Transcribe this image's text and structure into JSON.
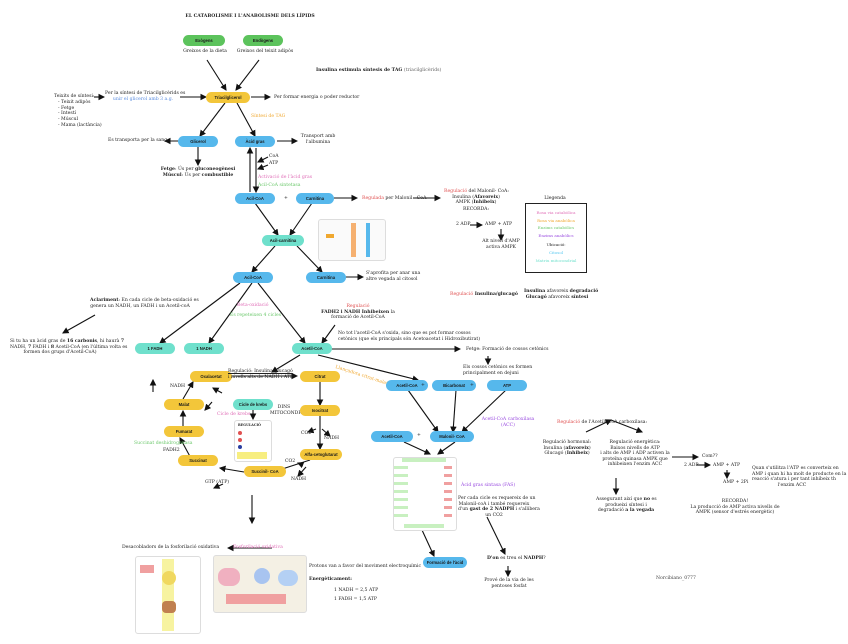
{
  "title": "EL CATABOLISME I L'ANABOLISME DELS LÍPIDS",
  "nodes": {
    "exogens": "Exògens",
    "endogens": "Endògens",
    "triacilglicerol": "Triacilglicerol",
    "glicerol": "Glicerol",
    "acid_gras": "Àcid gras",
    "acil_coa_1": "Acil-CoA",
    "carnitina_1": "Carnitina",
    "acil_carnitina": "Acil-carnitina",
    "acil_coa_2": "Acil-CoA",
    "carnitina_2": "Carnitina",
    "fadh": "1 FADH",
    "nadh": "1 NADH",
    "acetil_coa": "Acetil-CoA",
    "oxalacetat": "Oxalacetat",
    "citrat": "Citrat",
    "malat": "Malat",
    "isocitrat": "Isocitrat",
    "fumarat": "Fumarat",
    "succinat": "Succinat",
    "succinil_coa": "Succinil- CoA",
    "alfa_ceto": "Alfa-cetoglutarat",
    "cicle_krebs": "Cicle de krebs",
    "acetil_coa_2": "Acetil-CoA",
    "bicarbonat": "Bicarbonat",
    "atp": "ATP",
    "acetil_coa_3": "Acetil-CoA",
    "malonil_coa": "Malonil- CoA",
    "formacio_acid": "Formació de l'àcid"
  },
  "text": {
    "greixos_dieta": "Greixos de la dieta",
    "greixos_teixit": "Greixos del teixit adipòs",
    "insulina_estimula": "Insulina estimula síntesis de TAG",
    "insulina_estimula_sub": "(triacilglicèrids)",
    "teixits_sintesi": "Teixits de síntesi:",
    "teixits_list": [
      "Teixit adipòs",
      "Fetge",
      "Intestí",
      "Múscul",
      "Mama (lactància)"
    ],
    "per_sintesi_1": "Per la síntesi de Triacilglicèrids es",
    "per_sintesi_2": "unir el glicerol amb 3 a.g.",
    "per_formar_energia": "Per formar energia o poder reductor",
    "sintesi_tag": "Síntesi de TAG",
    "es_transporta": "Es transporta per la sang",
    "transport_albumina_1": "Transport amb",
    "transport_albumina_2": "l'albumina",
    "coa": "CoA",
    "atp": "ATP",
    "activacio": "Activació de l'àcid gras",
    "acil_coa_sintetasa": "Acil-CoA sintetasa",
    "fetge_gluco_1": "Fetge",
    "fetge_gluco_2": ": Ús per ",
    "fetge_gluco_3": "gluconeogènesi",
    "muscul_1": "Múscul",
    "muscul_2": ": Ús per ",
    "muscul_3": "combustible",
    "regulada_malonil_1": "Regulada",
    "regulada_malonil_2": " per Malonil - CoA",
    "reg_malonil_1": "Regulació",
    "reg_malonil_2": " del Malonil- CoA:",
    "reg_malonil_3": "Insulina (",
    "reg_malonil_4": "Afavoreix",
    "reg_malonil_5": ")",
    "reg_malonil_6": "AMPK  (",
    "reg_malonil_7": "Inhibeix",
    "reg_malonil_8": ")",
    "recorda": "RECORDA:",
    "adp2": "2 ADP",
    "amp_atp": "AMP + ATP",
    "alt_nivell_1": "Alt nivell d'AMP",
    "alt_nivell_2": "activa AMPK",
    "sapropia_1": "S'aprofita per anar una",
    "sapropia_2": "altre vegada al citosol",
    "reg_ins_1": "Regulació",
    "reg_ins_2": " Insulina/glucagó",
    "ins_afav_1": "Insulina",
    "ins_afav_2": " afavoreix ",
    "ins_afav_3": "degradació",
    "gluc_afav_1": "Glucagó",
    "gluc_afav_2": " afavoreix ",
    "gluc_afav_3": "síntesi",
    "aclariment_1": "Aclariment",
    "aclariment_2": ": En cada cicle de beta-oxidació es",
    "aclariment_3": "genera un NADH, un FADH i un Acetil-coA",
    "beta_oxidacio": "Beta-oxidació",
    "es_repeteixen": "Es repeteixen 4 cicles",
    "regulacio_red": "Regulació",
    "fadh_nadh_inhib_1": "FADH2 i NADH",
    "fadh_nadh_inhib_2": " Inhibeixen",
    "fadh_nadh_inhib_3": " la",
    "formacio_acetil": "formació de Acetil-CoA",
    "acid_16_1": "Si tu ha un àcid gras de ",
    "acid_16_2": "16 carbonis",
    "acid_16_3": ", hi haurà  ",
    "acid_16_4": "7",
    "acid_16_5": "NADH, ",
    "acid_16_6": "7",
    "acid_16_7": " FADH i ",
    "acid_16_8": "8",
    "acid_16_9": " Acetil-CoA (en l'última volta es",
    "acid_16_10": "formen dos grups d'Acetil-CoA)",
    "no_tot_1": "No tot l'acetil-CoA s'oxida, sino que es pot formar cossos",
    "no_tot_2": "cetònics (que els principals són Acetoacetat i Hidroxibutirat)",
    "fetge_formacio": "Fetge: Formació de cossos cetònics",
    "cossos_1": "Els cossos cetònics es formen",
    "cossos_2": "principalment en dejuni",
    "lancadora": "Llançadora citrat-malat",
    "regulacio_citrat_1": "Regulació: Insulina/glucagó",
    "regulacio_citrat_2": "i nivells alts de NADH i ATP",
    "nadh": "NADH",
    "fadh2": "FADH2",
    "co2": "CO2",
    "gtp": "GTP (ATP)",
    "dins_1": "DINS",
    "dins_2": "MITOCONDRIA",
    "cicle_krebs_label": "Cicle de krebs",
    "succinat_deshidro": "Succinat deshidrogenasa",
    "regulacio_box": "REGULACIÓ",
    "acetil_carbox_1": "Acetil-CoA carboxilasa",
    "acetil_carbox_2": "(ACC)",
    "acid_gras_sintasa": "Àcid gras sintasa (FAS)",
    "per_cada_cicle_1": "Per cada cicle es requereix de un",
    "per_cada_cicle_2": "Malonil-coA i també requereix",
    "per_cada_cicle_3": "d'un ",
    "per_cada_cicle_4": "gast de 2 NADPH",
    "per_cada_cicle_5": " i s'allibera",
    "per_cada_cicle_6": "un CO2",
    "don_1": "D'on",
    "don_2": " es treu el ",
    "don_3": "NADPH",
    "don_4": "?",
    "prove_1": "Prové de la via de les",
    "prove_2": "pentoses fosfat",
    "reg_acc_1": "Regulació",
    "reg_acc_2": " de l'Acetil- CoA carboxilasa:",
    "reg_hormonal_1": "Regulació hormonal:",
    "reg_hormonal_2": "Insulina (",
    "reg_hormonal_3": "afavoreix",
    "reg_hormonal_4": ")",
    "reg_hormonal_5": "Glucagó (",
    "reg_hormonal_6": "Inhibeix",
    "reg_hormonal_7": ")",
    "reg_energetica": [
      "Regulació energètica:",
      "Baixos nivells de ATP",
      "i alts de AMP i ADP activen la",
      "proteïna quinasa AMPK que",
      "inhibeixen l'enzim ACC"
    ],
    "assegurant_1": "Assegurant així que ",
    "assegurant_2": "no",
    "assegurant_3": " es",
    "assegurant_4": "produeixi síntesi i",
    "assegurant_5": "degradació ",
    "assegurant_6": "a la vegada",
    "com": "Com??",
    "adp2b": "2 ADP",
    "amp_atp_b": "AMP + ATP",
    "amp_pi": "AMP + 2Pi",
    "quan_atp": [
      "Quan s'utilitza l'ATP es converteix en",
      "AMP i quan hi ha molt de producte en la",
      "reacció s'atura i per tant inhibeix th",
      "l'enzim ACC"
    ],
    "recorda_2": "RECORDA!",
    "produccio_amp_1": "La producció de AMP activa nivells de",
    "produccio_amp_2": "AMPK (sensor d'estrés energètic)",
    "desacobladors": "Desacobladors de la fosforilació oxidativa",
    "fosforilacio": "Fosforilació oxidativa",
    "protons": "Protons van a favor del moviment electroquímic",
    "energeticament": "Energèticament:",
    "nadh_atp": "1 NADH = 2,5 ATP",
    "fadh_atp": "1 FADH = 1,5 ATP",
    "author": "Norcibiano_0777"
  },
  "legend": {
    "title": "Llegenda",
    "items": [
      {
        "label": "Rosa via catabòlica",
        "color": "#e070b8"
      },
      {
        "label": "Rosa via anabòlica",
        "color": "#f0a830"
      },
      {
        "label": "Enzims catabòlics",
        "color": "#6cc86c"
      },
      {
        "label": "Enzims anabòlics",
        "color": "#9a4de0"
      },
      {
        "label": "Ubicació:",
        "color": "#222222"
      },
      {
        "label": "Citosol",
        "color": "#56c8f0"
      },
      {
        "label": "Matriu mitocondrial",
        "color": "#6fe0cc"
      }
    ]
  }
}
